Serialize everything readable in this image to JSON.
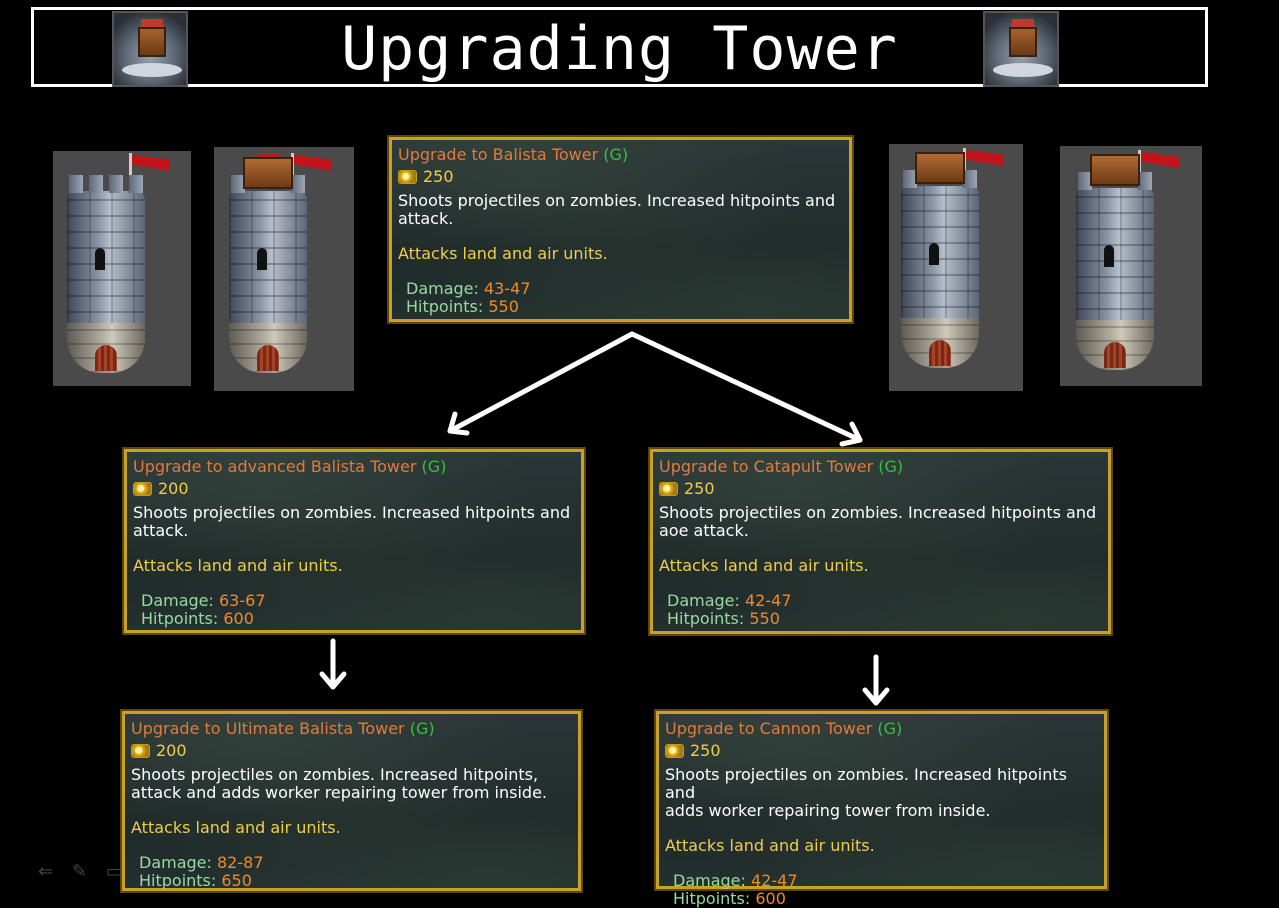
{
  "header": {
    "title": "Upgrading Tower"
  },
  "cards": {
    "balista": {
      "title": "Upgrade to Balista Tower",
      "hotkey": "(G)",
      "cost": "250",
      "desc_1": "Shoots projectiles on zombies. Increased hitpoints and",
      "desc_2": "attack.",
      "attacks": "Attacks land and air units.",
      "damage_label": "Damage:",
      "damage": "43-47",
      "hitpoints_label": "Hitpoints:",
      "hitpoints": "550"
    },
    "advanced_balista": {
      "title": "Upgrade to advanced Balista Tower",
      "hotkey": "(G)",
      "cost": "200",
      "desc_1": "Shoots projectiles on zombies. Increased hitpoints and",
      "desc_2": "attack.",
      "attacks": "Attacks land and air units.",
      "damage_label": "Damage:",
      "damage": "63-67",
      "hitpoints_label": "Hitpoints:",
      "hitpoints": "600"
    },
    "catapult": {
      "title": "Upgrade to Catapult Tower",
      "hotkey": "(G)",
      "cost": "250",
      "desc_1": "Shoots projectiles on zombies. Increased hitpoints and",
      "desc_2": "aoe attack.",
      "attacks": "Attacks land and air units.",
      "damage_label": "Damage:",
      "damage": "42-47",
      "hitpoints_label": "Hitpoints:",
      "hitpoints": "550"
    },
    "ultimate_balista": {
      "title": "Upgrade to Ultimate Balista Tower",
      "hotkey": "(G)",
      "cost": "200",
      "desc_1": "Shoots projectiles on zombies. Increased hitpoints,",
      "desc_2": "attack and adds worker repairing tower from inside.",
      "attacks": "Attacks land and air units.",
      "damage_label": "Damage:",
      "damage": "82-87",
      "hitpoints_label": "Hitpoints:",
      "hitpoints": "650"
    },
    "cannon": {
      "title": "Upgrade to Cannon Tower",
      "hotkey": "(G)",
      "cost": "250",
      "desc_1": "Shoots projectiles on zombies. Increased hitpoints and",
      "desc_2": "adds worker repairing tower from inside.",
      "attacks": "Attacks land and air units.",
      "damage_label": "Damage:",
      "damage": "42-47",
      "hitpoints_label": "Hitpoints:",
      "hitpoints": "600"
    }
  },
  "colors": {
    "background": "#000000",
    "card_border": "#c8a12a",
    "title_orange": "#e27a3c",
    "hotkey_green": "#36c23b",
    "gold": "#f0ce4a",
    "stat_label": "#9ad9a0",
    "stat_value": "#f08a2c",
    "arrow": "#ffffff"
  },
  "icons": {
    "title_left": "tower-portrait-icon",
    "title_right": "tower-portrait-icon",
    "cost": "gold-coin-icon",
    "taskbar": [
      "back-arrow-icon",
      "pen-icon",
      "screen-icon"
    ]
  }
}
